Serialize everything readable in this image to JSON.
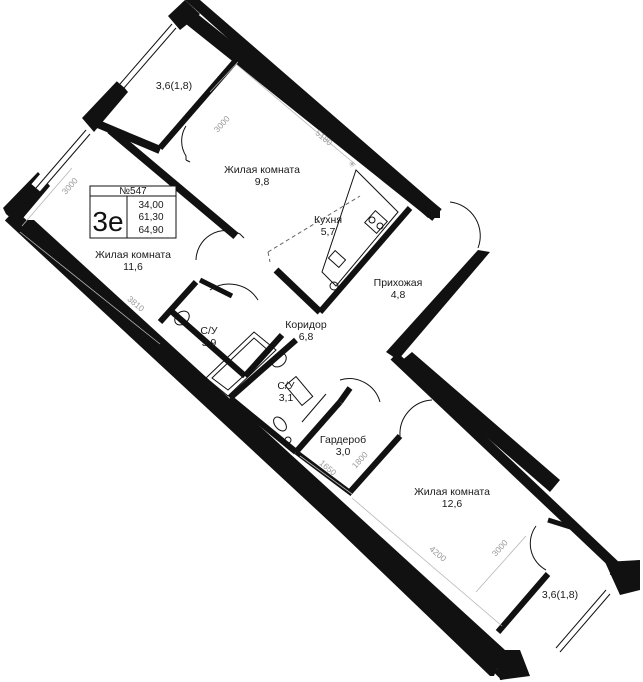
{
  "info_card": {
    "number": "№547",
    "type": "3е",
    "areas": [
      "34,00",
      "61,30",
      "64,90"
    ]
  },
  "rooms": {
    "bedroom_left": {
      "name": "Жилая комната",
      "area": "11,6"
    },
    "living_top": {
      "name": "Жилая комната",
      "area": "9,8"
    },
    "kitchen": {
      "name": "Кухня",
      "area": "5,7"
    },
    "hallway": {
      "name": "Прихожая",
      "area": "4,8"
    },
    "corridor": {
      "name": "Коридор",
      "area": "6,8"
    },
    "bath_1": {
      "name": "С/У",
      "area": "3,9"
    },
    "bath_2": {
      "name": "С/У",
      "area": "3,1"
    },
    "wardrobe": {
      "name": "Гардероб",
      "area": "3,0"
    },
    "bedroom_right": {
      "name": "Жилая комната",
      "area": "12,6"
    },
    "balcony_top": {
      "area": "3,6(1,8)"
    },
    "balcony_bottom": {
      "area": "3,6(1,8)"
    }
  },
  "dimensions": {
    "d3000_top": "3000",
    "d5180": "5180",
    "d3000_left": "3000",
    "d3810": "3810",
    "d1650": "1650",
    "d1800": "1800",
    "d4200": "4200",
    "d3000_right": "3000"
  }
}
